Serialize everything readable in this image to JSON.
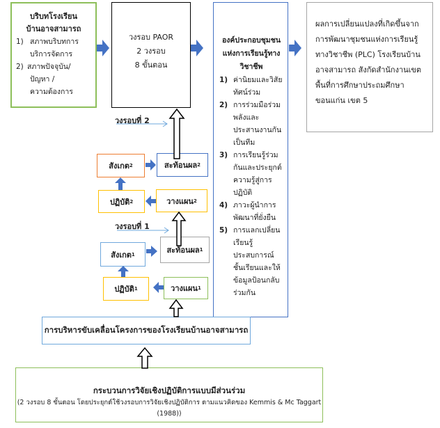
{
  "context": {
    "title_line1": "บริบทโรงเรียน",
    "title_line2": "บ้านอาจสามารถ",
    "items": [
      {
        "num": "1)",
        "text_l1": "สภาพบริบทการ",
        "text_l2": "บริการจัดการ"
      },
      {
        "num": "2)",
        "text_l1": "สภาพปัจจุบัน/",
        "text_l2": "ปัญหา /",
        "text_l3": "ความต้องการ"
      }
    ]
  },
  "paor": {
    "line1": "วงรอบ PAOR",
    "line2": "2 วงรอบ",
    "line3": "8 ขั้นตอน"
  },
  "components": {
    "title": "องค์ประกอบชุมชนแห่งการเรียนรู้ทางวิชาชีพ",
    "items": [
      {
        "num": "1)",
        "text": "ค่านิยมและวิสัยทัศน์ร่วม"
      },
      {
        "num": "2)",
        "text": "การร่วมมือร่วมพลังและประสานงานกันเป็นทีม"
      },
      {
        "num": "3)",
        "text": "การเรียนรู้ร่วมกันและประยุกต์ความรู้สู่การปฏิบัติ"
      },
      {
        "num": "4)",
        "text": "ภาวะผู้นำการพัฒนาที่ยั่งยืน"
      },
      {
        "num": "5)",
        "text": "การแลกเปลี่ยนเรียนรู้ประสบการณ์ชั้นเรียนและให้ข้อมูลป้อนกลับร่วมกัน"
      }
    ]
  },
  "result": {
    "text": "ผลการเปลี่ยนแปลงที่เกิดขึ้นจากการพัฒนาชุมชนแห่งการเรียนรู้ทางวิชาชีพ (PLC) โรงเรียนบ้านอาจสามารถ สังกัดสำนักงานเขตพื้นที่การศึกษาประถมศึกษาขอนแก่น เขต 5"
  },
  "cycles": {
    "cycle2_label": "วงรอบที่ 2",
    "cycle1_label": "วงรอบที่ 1",
    "observe2": "สังเกต",
    "reflect2": "สะท้อนผล",
    "act2": "ปฏิบัติ",
    "plan2": "วางแผน",
    "observe1": "สังเกต",
    "reflect1": "สะท้อนผล",
    "act1": "ปฏิบัติ",
    "plan1": "วางแผน",
    "sub2": "2",
    "sub1": "1"
  },
  "management": {
    "text": "การบริหารขับเคลื่อนโครงการของโรงเรียนบ้านอาจสามารถ"
  },
  "process": {
    "title": "กระบวนการวิจัยเชิงปฏิบัติการแบบมีส่วนร่วม",
    "subtitle": "(2 วงรอบ 8 ขั้นตอน โดยประยุกต์ใช้วงรอบการวิจัยเชิงปฏิบัติการ ตามแนวคิดของ Kemmis & Mc Taggart (1988))"
  },
  "colors": {
    "green": "#8dbf5a",
    "blue": "#4472c4",
    "lightblue": "#6fa8dc",
    "orange": "#ed7d31",
    "yellow": "#ffc000",
    "gray": "#a5a5a5",
    "arrow": "#4472c4"
  }
}
